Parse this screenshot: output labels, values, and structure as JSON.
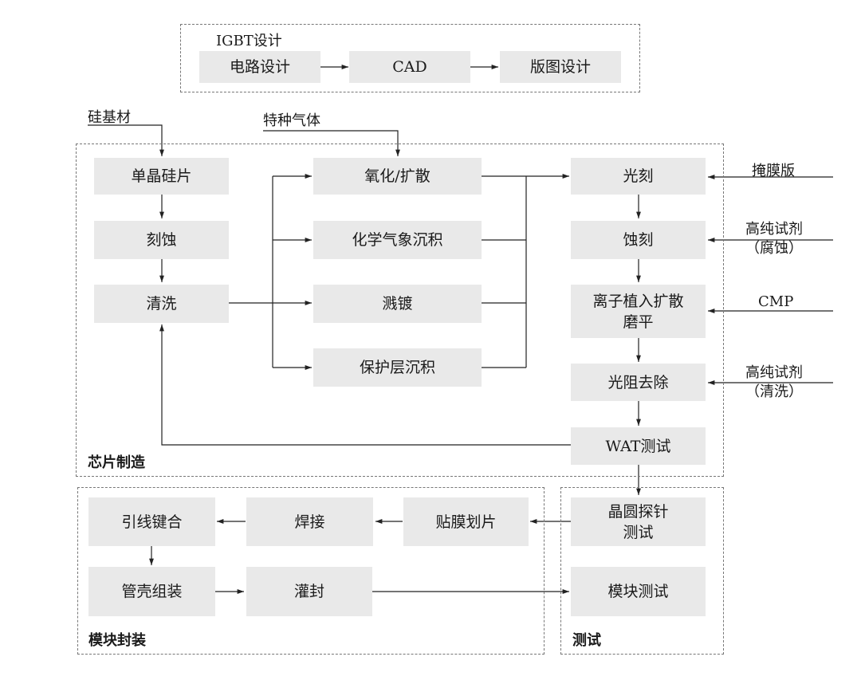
{
  "groups": {
    "igbt_design": "IGBT设计",
    "chip_manufacturing": "芯片制造",
    "module_packaging": "模块封装",
    "testing": "测试"
  },
  "design": {
    "circuit_design": "电路设计",
    "cad": "CAD",
    "layout_design": "版图设计"
  },
  "inputs": {
    "silicon_substrate": "硅基材",
    "special_gas": "特种气体",
    "photomask": "掩膜版",
    "reagent_etch": "高纯试剂\n（腐蚀）",
    "cmp": "CMP",
    "reagent_clean": "高纯试剂\n（清洗）"
  },
  "chip": {
    "wafer": "单晶硅片",
    "etch": "刻蚀",
    "clean": "清洗",
    "oxidation_diffusion": "氧化/扩散",
    "cvd": "化学气象沉积",
    "sputtering": "溅镀",
    "protective_layer": "保护层沉积",
    "lithography": "光刻",
    "etching": "蚀刻",
    "ion_implant": "离子植入扩散\n磨平",
    "resist_removal": "光阻去除",
    "wat_test": "WAT测试"
  },
  "packaging": {
    "wire_bonding": "引线键合",
    "welding": "焊接",
    "die_attach_dicing": "贴膜划片",
    "housing_assembly": "管壳组装",
    "potting_sealing": "灌封"
  },
  "test": {
    "wafer_probe": "晶圆探针\n测试",
    "module_test": "模块测试"
  }
}
